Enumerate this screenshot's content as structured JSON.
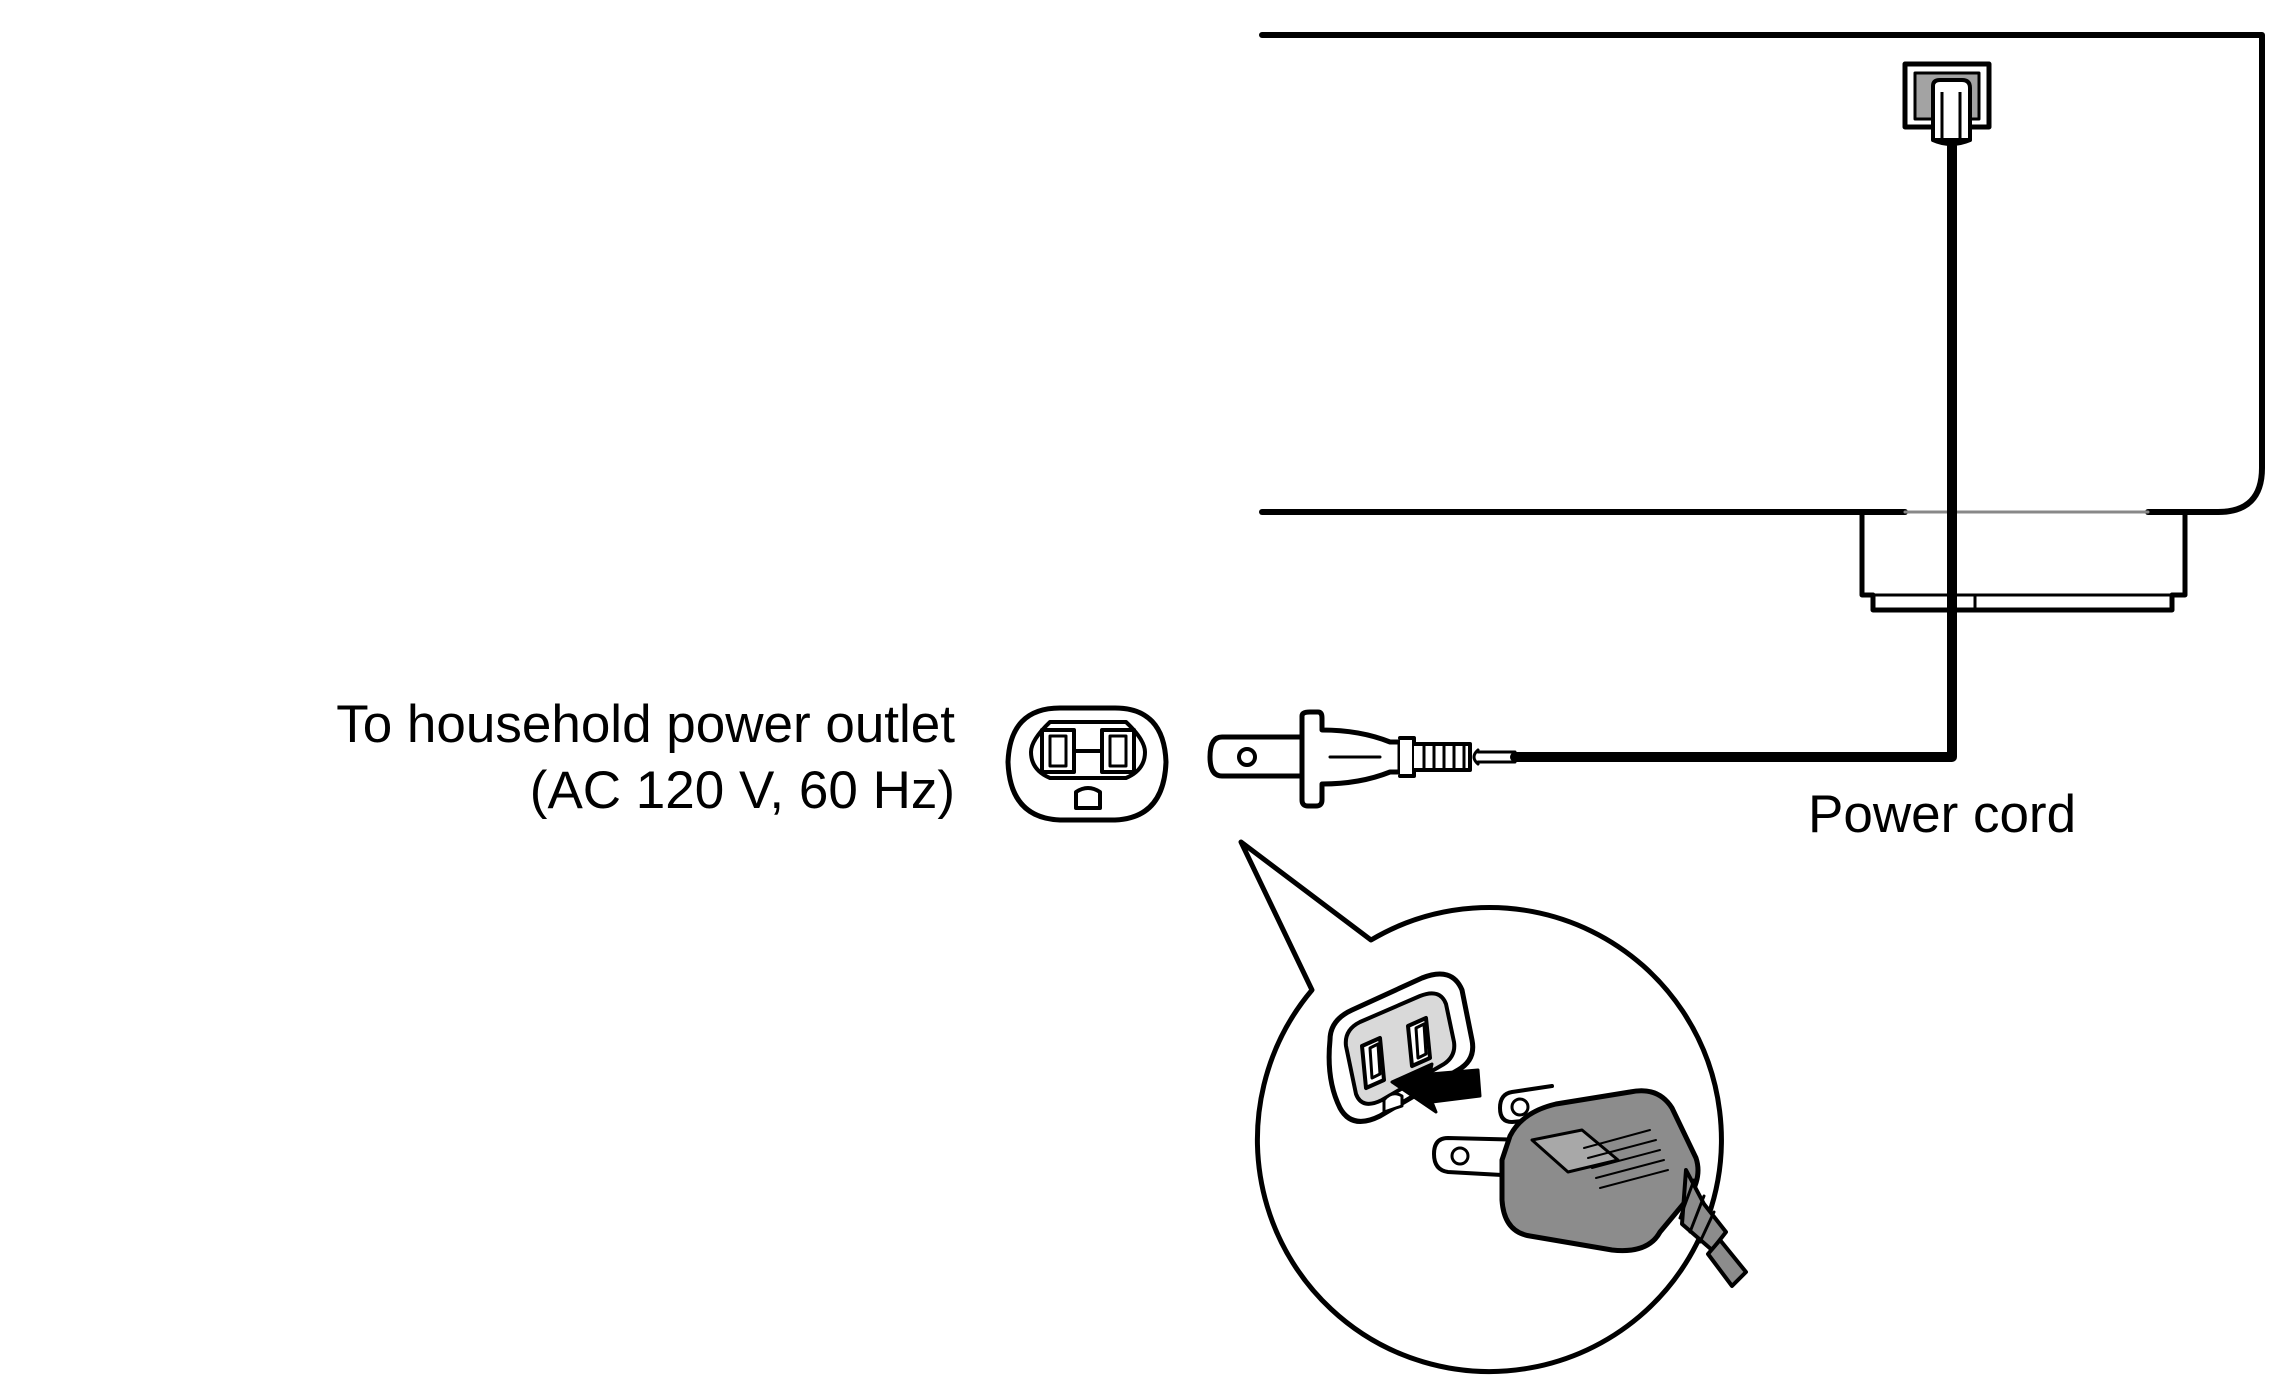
{
  "labels": {
    "outlet_line1": "To household power outlet",
    "outlet_line2": "(AC 120 V, 60 Hz)",
    "power_cord": "Power cord"
  },
  "colors": {
    "line": "#000000",
    "background": "#ffffff",
    "plug_fill": "#8c8c8c",
    "socket_fill": "#9a9a9a"
  },
  "icons": [
    "wall-outlet-icon",
    "plug-icon",
    "insert-arrow-icon"
  ]
}
